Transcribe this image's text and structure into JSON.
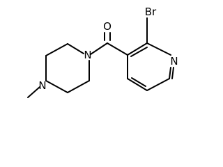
{
  "molecule": {
    "atoms": {
      "o": "O",
      "br": "Br",
      "n_piperazine_right": "N",
      "n_piperazine_left": "N",
      "n_pyridine": "N"
    },
    "colors": {
      "bond": "#000000",
      "label": "#000000",
      "background": "#ffffff"
    }
  }
}
